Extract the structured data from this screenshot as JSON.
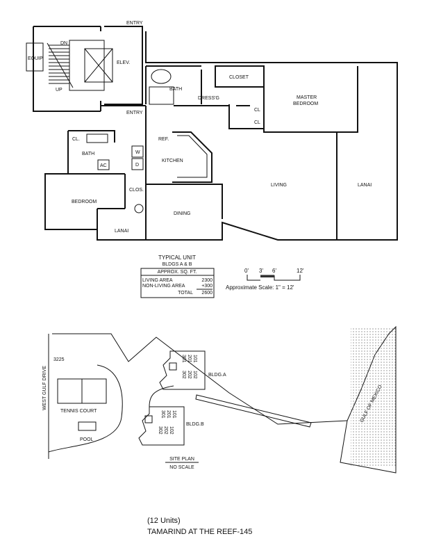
{
  "floor_plan": {
    "rooms": {
      "entry_top": "ENTRY",
      "dn": "DN",
      "equip": "EQUIP.",
      "up": "UP",
      "elev": "ELEV.",
      "entry_bottom": "ENTRY",
      "master_bath": "BATH",
      "dressing": "DRESS'G",
      "closet": "CLOSET",
      "master_bedroom_1": "MASTER",
      "master_bedroom_2": "BEDROOM",
      "cl_1": "CL",
      "cl_2": "CL",
      "cl_bath": "CL.",
      "bath": "BATH",
      "ac": "AC",
      "washer": "W",
      "dryer": "D",
      "ref": "REF.",
      "kitchen": "KITCHEN",
      "clos": "CLOS.",
      "bedroom": "BEDROOM",
      "dining": "DINING",
      "living": "LIVING",
      "lanai_right": "LANAI",
      "lanai_small": "LANAI"
    }
  },
  "unit_info": {
    "title": "TYPICAL UNIT",
    "subtitle": "BLDGS A & B",
    "table_header": "APPROX. SQ. FT.",
    "rows": [
      {
        "label": "LIVING AREA",
        "value": "2300"
      },
      {
        "label": "NON-LIVING AREA",
        "value": "+300"
      },
      {
        "label": "TOTAL",
        "value": "2600"
      }
    ]
  },
  "scale": {
    "ticks": [
      "0'",
      "3'",
      "6'",
      "12'"
    ],
    "label": "Approximate Scale: 1\" = 12'"
  },
  "site_plan": {
    "road": "WEST GULF DRIVE",
    "address": "3225",
    "tennis": "TENNIS COURT",
    "pool": "POOL",
    "gulf": "GULF OF MEXICO",
    "bldg_a": "BLDG.A",
    "bldg_b": "BLDG.B",
    "units_a_top": [
      "301",
      "201",
      "101"
    ],
    "units_a_bottom": [
      "302",
      "202",
      "102"
    ],
    "units_b_top": [
      "301",
      "201",
      "101"
    ],
    "units_b_bottom": [
      "302",
      "202",
      "102"
    ],
    "title": "SITE PLAN",
    "subtitle": "NO SCALE"
  },
  "footer": {
    "units": "(12 Units)",
    "name": "TAMARIND AT THE REEF-145"
  }
}
